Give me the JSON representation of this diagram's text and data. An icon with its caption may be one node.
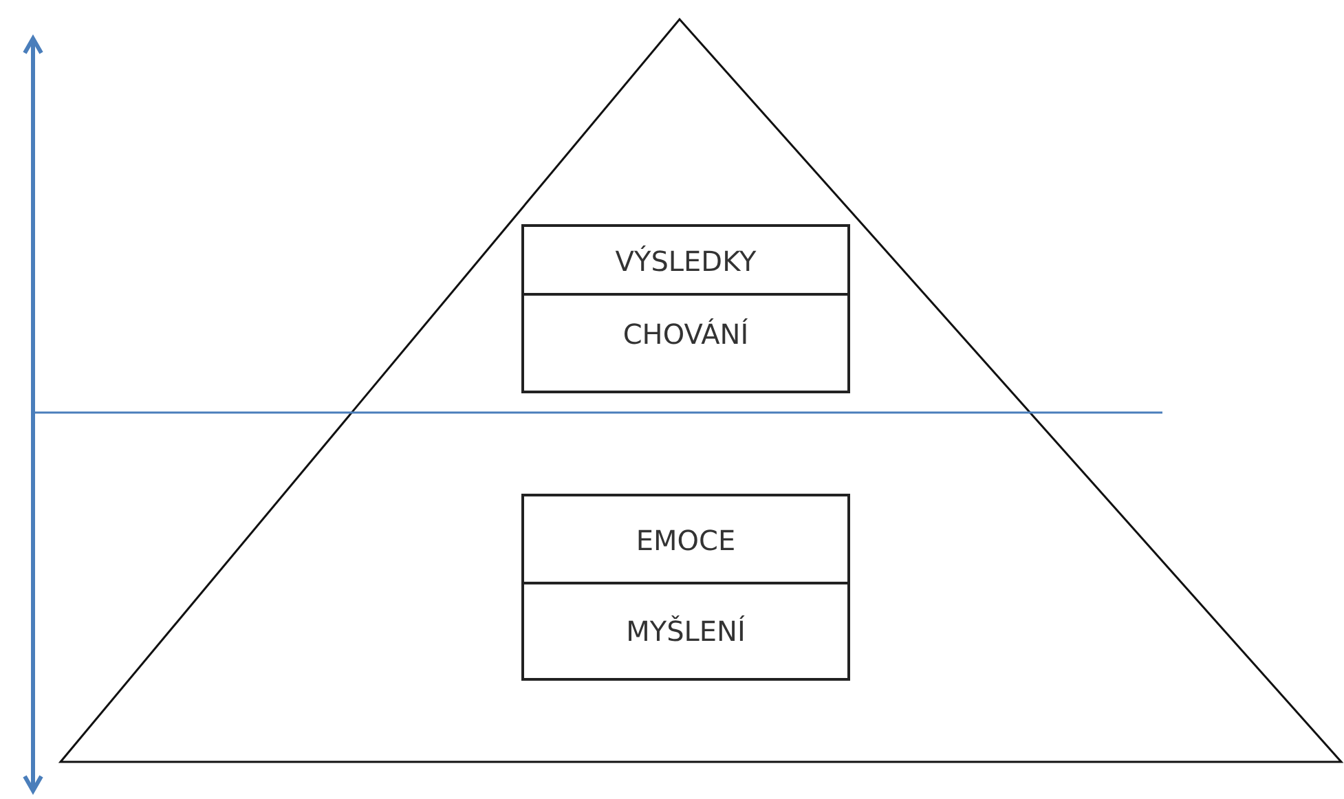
{
  "diagram": {
    "nodes": [
      {
        "text": [
          "VÝSLEDKY"
        ]
      },
      {
        "text": [
          "CHOVÁNÍ"
        ]
      },
      {
        "text": [
          "EMOCE"
        ]
      },
      {
        "text": [
          "MYŠLENÍ"
        ]
      }
    ]
  }
}
